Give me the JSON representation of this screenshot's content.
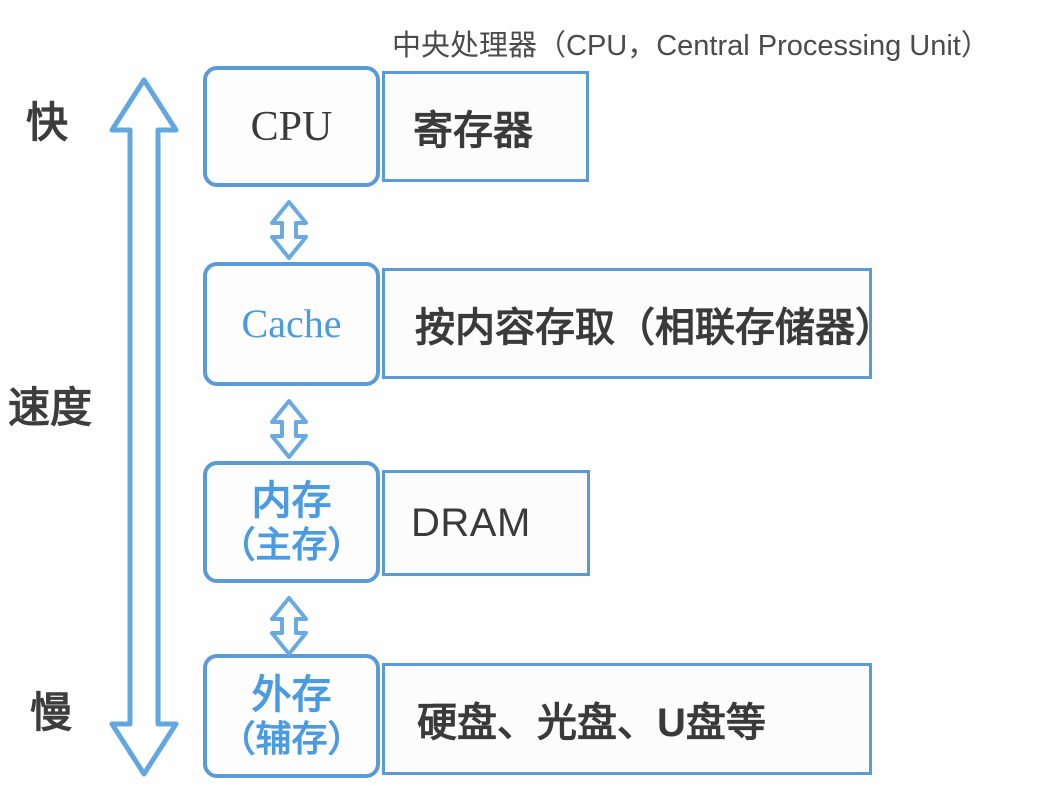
{
  "diagram": {
    "caption": "中央处理器（CPU，Central Processing Unit）",
    "axis": {
      "top_label": "快",
      "middle_label": "速度",
      "bottom_label": "慢",
      "arrow_icon": "double-headed-vertical-arrow"
    },
    "accent_color": "#5b9bd5",
    "blue_text_color": "#4a9be0",
    "dark_text_color": "#3a3a3a",
    "levels": [
      {
        "id": "cpu",
        "left_label": "CPU",
        "left_sub": "",
        "right_label": "寄存器",
        "left_style": "dark",
        "right_style": "cjk"
      },
      {
        "id": "cache",
        "left_label": "Cache",
        "left_sub": "",
        "right_label": "按内容存取（相联存储器）",
        "left_style": "cache",
        "right_style": "cjk"
      },
      {
        "id": "main-memory",
        "left_label": "内存",
        "left_sub": "（主存）",
        "right_label": "DRAM",
        "left_style": "blue",
        "right_style": "latin"
      },
      {
        "id": "external-storage",
        "left_label": "外存",
        "left_sub": "（辅存）",
        "right_label": "硬盘、光盘、U盘等",
        "left_style": "blue",
        "right_style": "cjk"
      }
    ],
    "connectors": [
      {
        "id": "cpu-cache",
        "icon": "double-headed-arrow-icon"
      },
      {
        "id": "cache-memory",
        "icon": "double-headed-arrow-icon"
      },
      {
        "id": "memory-storage",
        "icon": "double-headed-arrow-icon"
      }
    ]
  }
}
